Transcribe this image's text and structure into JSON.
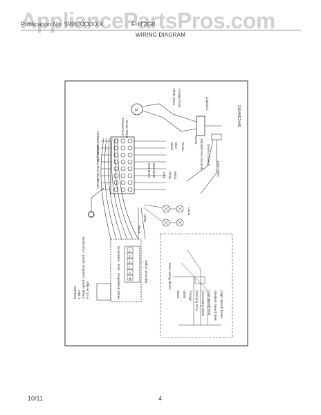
{
  "header": {
    "watermark": "AppliancePartsPros.com",
    "left": "Publication No. 5995XXXXXX",
    "right": "FHT2G0..",
    "title": "WIRING DIAGRAM"
  },
  "diagram": {
    "part_number": "3164KE2445",
    "wire_colors": [
      "White",
      "Yellow/Green",
      "White",
      "Purple",
      "Blue",
      "Red",
      "Black",
      "Brown"
    ],
    "labels": {
      "white_motor": "White  Motor",
      "orange_motor": "Orange  Motor",
      "capacitor": "Capacitor",
      "brown_motor": "Brown  Motor",
      "yellow_green": "Yellow/Green",
      "black": "Black",
      "blue": "Blue",
      "brown": "Brown",
      "screw": "Screw",
      "yellow_green_ground": "Yellow/Green (Ground)",
      "green_ground": "Green (Ground)",
      "voltage": "120V~60Hz",
      "red_motor": "Red  Motor",
      "blue_motor": "Blue  Motor",
      "ivory": "Ivory",
      "white": "White",
      "black_2": "Black",
      "lamp": "Lamp",
      "white_2": "White",
      "black_3": "Black",
      "switch_sketch": "Motor wiring sketch",
      "switch_assembly": "Switch assembly"
    },
    "remarks": {
      "title": "Remarks:",
      "line1": "L-Wire",
      "line2": "3-High speed, 2-medium speed, 1-low speed,",
      "line3": "0-off, ⊗-light"
    },
    "switch_terminals": [
      "L",
      "3",
      "2",
      "1",
      "0",
      "⊗"
    ],
    "switch_wire_labels": [
      "Brown",
      "Blue",
      "Red",
      "Purple",
      "Black",
      "White"
    ],
    "motor_sketch_labels": [
      "Black",
      "White",
      "Orange",
      "(Primary) Grey",
      "(Secondary) Black",
      "(Low Speed) Red",
      "(Medium Speed) Blue",
      "(High Speed) Brown"
    ]
  },
  "footer": {
    "date": "10/11",
    "page": "4"
  }
}
